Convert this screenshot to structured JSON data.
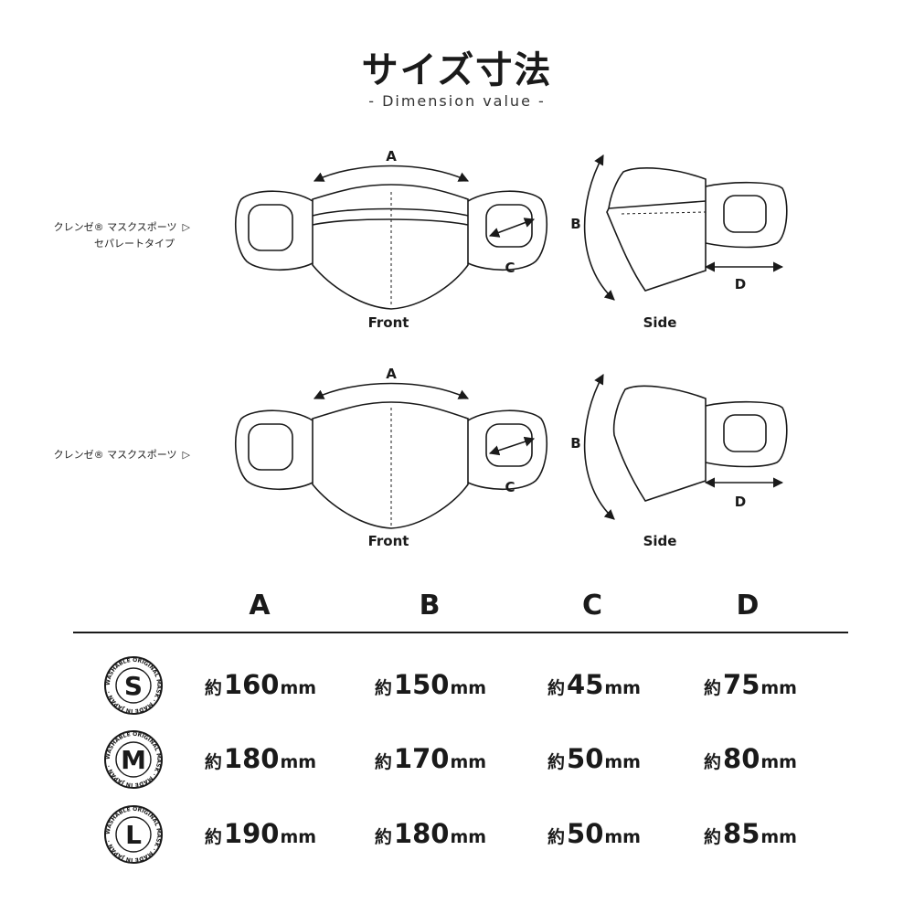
{
  "header": {
    "title": "サイズ寸法",
    "subtitle": "- Dimension value -"
  },
  "variants": [
    {
      "name_line1": "クレンゼ® マスクスポーツ",
      "name_line2": "セパレートタイプ",
      "arrow": "▷"
    },
    {
      "name_line1": "クレンゼ® マスクスポーツ",
      "name_line2": "",
      "arrow": "▷"
    }
  ],
  "diagram_labels": {
    "a": "A",
    "b": "B",
    "c": "C",
    "d": "D",
    "front": "Front",
    "side": "Side"
  },
  "badge_ring_text": "WASHABLE ORIGINAL MASK · MADE IN JAPAN ·",
  "table": {
    "columns": [
      "A",
      "B",
      "C",
      "D"
    ],
    "prefix": "約",
    "unit": "mm",
    "rows": [
      {
        "size": "S",
        "values": [
          "160",
          "150",
          "45",
          "75"
        ]
      },
      {
        "size": "M",
        "values": [
          "180",
          "170",
          "50",
          "80"
        ]
      },
      {
        "size": "L",
        "values": [
          "190",
          "180",
          "50",
          "85"
        ]
      }
    ]
  }
}
